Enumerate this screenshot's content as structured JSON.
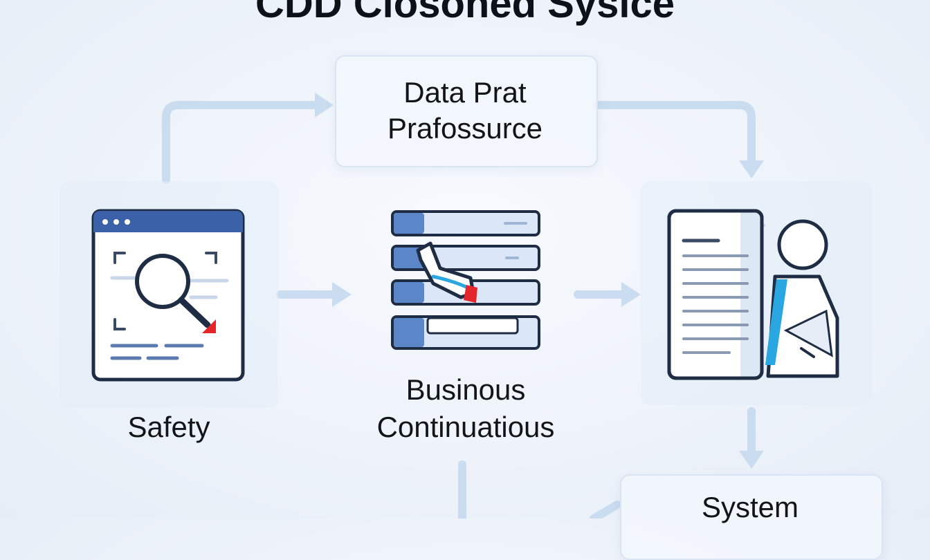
{
  "title": "CDD Closoned Sysice",
  "nodes": {
    "data_prat": {
      "line1": "Data Prat",
      "line2": "Prafossurce"
    },
    "safety": {
      "label": "Safety"
    },
    "business": {
      "line1": "Businous",
      "line2": "Continuatious"
    },
    "system": {
      "label": "System"
    }
  },
  "colors": {
    "connector": "#c9dcf0",
    "icon_stroke": "#1f2d44",
    "accent_blue": "#3b62a8",
    "accent_red": "#e3262b",
    "accent_cyan": "#2aa7e0"
  }
}
